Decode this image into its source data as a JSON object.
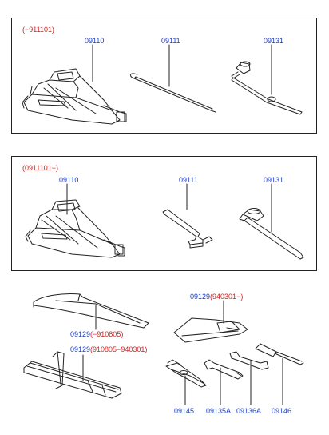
{
  "colors": {
    "code": "#1f3fbf",
    "date": "#d21f1f",
    "line": "#222222"
  },
  "panel1": {
    "date_range": "(−911101)",
    "items": [
      "09110",
      "09111",
      "09131"
    ]
  },
  "panel2": {
    "date_range": "(0911101−)",
    "items": [
      "09110",
      "09111",
      "09131"
    ]
  },
  "bottom": {
    "bag1": {
      "code": "09129",
      "date": "(−910805)"
    },
    "bag2": {
      "code": "09129",
      "date": "(910805−940301)"
    },
    "bag3": {
      "code": "09129",
      "date": "(940301−)"
    },
    "tools": [
      "09145",
      "09135A",
      "09136A",
      "09146"
    ]
  }
}
